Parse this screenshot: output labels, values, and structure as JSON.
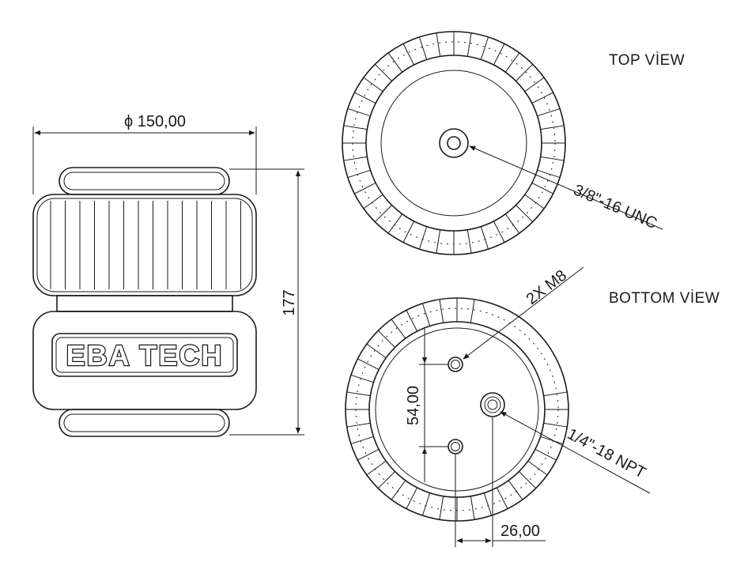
{
  "side_view": {
    "diameter_label": "ϕ 150,00",
    "height_label": "177",
    "logo_text": "EBA TECH"
  },
  "top_view": {
    "title": "TOP VİEW",
    "thread_label": "3/8\"-16 UNC"
  },
  "bottom_view": {
    "title": "BOTTOM VİEW",
    "bolts_label": "2X M8",
    "port_label": "1/4\"-18 NPT",
    "bolt_spacing_label": "54,00",
    "offset_label": "26,00"
  }
}
